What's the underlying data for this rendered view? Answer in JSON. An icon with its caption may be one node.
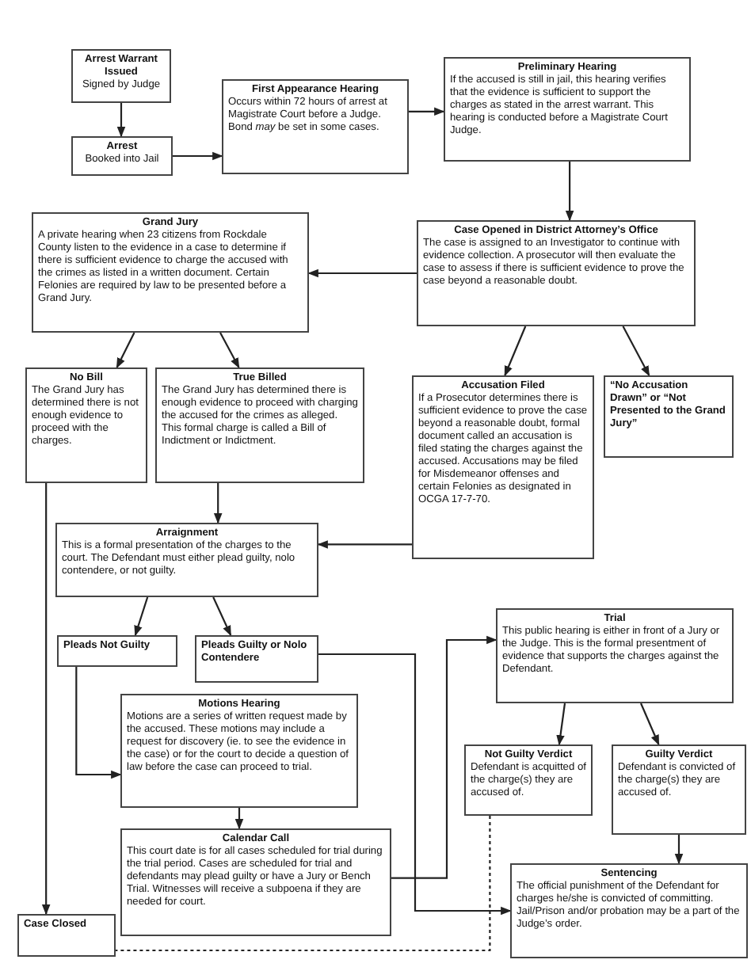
{
  "diagram": {
    "nodes": [
      {
        "text": [
          "Arrest Warrant Issued",
          "Signed by Judge"
        ]
      },
      {
        "text": [
          "Arrest",
          "Booked into Jail"
        ]
      },
      {
        "text": [
          "First Appearance Hearing",
          "Occurs within 72 hours of arrest at Magistrate Court before a Judge. Bond *may* be set in some cases."
        ]
      },
      {
        "text": [
          "Preliminary Hearing",
          "If the accused is still in jail, this hearing verifies that the evidence is sufficient to support the charges as stated in the arrest warrant. This hearing is conducted before a Magistrate Court Judge."
        ]
      },
      {
        "text": [
          "Grand Jury",
          "A private hearing when 23 citizens from Rockdale County listen to the evidence in a case to determine if there is sufficient evidence to charge the accused with the crimes as listed in a written document. Certain Felonies are required by law to be presented before a Grand Jury."
        ]
      },
      {
        "text": [
          "Case Opened in District Attorney’s Office",
          "The case is assigned to an Investigator to continue with evidence collection. A prosecutor will then evaluate the case to assess if there is sufficient evidence to prove the case beyond a reasonable doubt."
        ]
      },
      {
        "text": [
          "No Bill",
          "The Grand Jury has determined there is not enough evidence to proceed with the charges."
        ]
      },
      {
        "text": [
          "True Billed",
          "The Grand Jury has determined there is enough evidence to proceed with charging the accused for the crimes as alleged. This formal charge is called a Bill of Indictment or Indictment."
        ]
      },
      {
        "text": [
          "Accusation Filed",
          "If a Prosecutor determines there is sufficient evidence to prove the case beyond a reasonable doubt, formal document called an accusation is filed stating the charges against the accused. Accusations may be filed for Misdemeanor offenses and certain Felonies as designated in OCGA 17-7-70."
        ]
      },
      {
        "text": [
          "“No Accusation Drawn” or “Not Presented to the Grand Jury”"
        ]
      },
      {
        "text": [
          "Arraignment",
          "This is a formal presentation of the charges to the court. The Defendant must either plead guilty, nolo contendere, or not guilty."
        ]
      },
      {
        "text": [
          "Pleads Not Guilty"
        ]
      },
      {
        "text": [
          "Pleads Guilty or Nolo Contendere"
        ]
      },
      {
        "text": [
          "Motions Hearing",
          "Motions are a series of written request made by the accused. These motions may include a request for discovery (ie. to see the evidence in the case) or for the court to decide a question of law before the case can proceed to trial."
        ]
      },
      {
        "text": [
          "Calendar Call",
          "This court date is for all cases scheduled for trial during the trial period. Cases are scheduled for trial and defendants may plead guilty or have a Jury or Bench Trial.  Witnesses will receive a subpoena if they are needed for court."
        ]
      },
      {
        "text": [
          "Case Closed"
        ]
      },
      {
        "text": [
          "Trial",
          "This public hearing is either in front of a Jury or the Judge. This is the formal presentment of evidence that supports the charges against the Defendant."
        ]
      },
      {
        "text": [
          "Not Guilty Verdict",
          "Defendant is acquitted of the charge(s) they are accused of."
        ]
      },
      {
        "text": [
          "Guilty Verdict",
          "Defendant is convicted of the charge(s) they are accused of."
        ]
      },
      {
        "text": [
          "Sentencing",
          "The official punishment of the Defendant for charges he/she is convicted of committing. Jail/Prison and/or probation may be a part of the Judge’s order."
        ]
      }
    ],
    "edges": [
      {
        "from": 0,
        "to": 1,
        "arrow": "to"
      },
      {
        "from": 1,
        "to": 2,
        "arrow": "to"
      },
      {
        "from": 2,
        "to": 3,
        "arrow": "to"
      },
      {
        "from": 3,
        "to": 5,
        "arrow": "to"
      },
      {
        "from": 5,
        "to": 4,
        "arrow": "to"
      },
      {
        "from": 4,
        "to": 6,
        "arrow": "to"
      },
      {
        "from": 4,
        "to": 7,
        "arrow": "to"
      },
      {
        "from": 5,
        "to": 8,
        "arrow": "to"
      },
      {
        "from": 5,
        "to": 9,
        "arrow": "to"
      },
      {
        "from": 7,
        "to": 10,
        "arrow": "to"
      },
      {
        "from": 8,
        "to": 10,
        "arrow": "to"
      },
      {
        "from": 10,
        "to": 11,
        "arrow": "to"
      },
      {
        "from": 10,
        "to": 12,
        "arrow": "to"
      },
      {
        "from": 11,
        "to": 13,
        "arrow": "to"
      },
      {
        "from": 13,
        "to": 14,
        "arrow": "to"
      },
      {
        "from": 6,
        "to": 15,
        "arrow": "to"
      },
      {
        "from": 14,
        "to": 16,
        "arrow": "to"
      },
      {
        "from": 12,
        "to": 19,
        "arrow": "to"
      },
      {
        "from": 16,
        "to": 17,
        "arrow": "to"
      },
      {
        "from": 16,
        "to": 18,
        "arrow": "to"
      },
      {
        "from": 18,
        "to": 19,
        "arrow": "to"
      },
      {
        "from": 17,
        "to": 15,
        "arrow": "none",
        "style": "dashed"
      }
    ]
  }
}
